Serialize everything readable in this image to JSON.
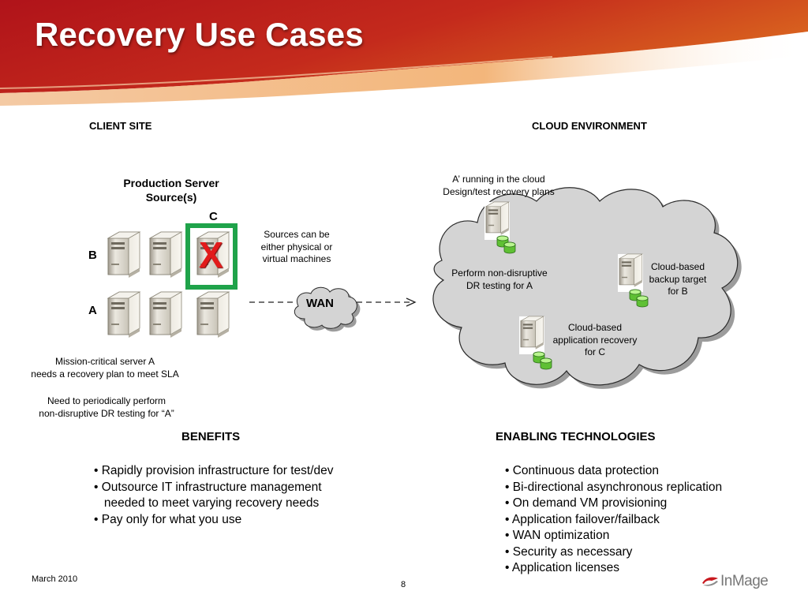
{
  "title": "Recovery Use Cases",
  "client_site": {
    "heading": "CLIENT SITE",
    "production_label": [
      "Production Server",
      "Source(s)"
    ],
    "row_labels": {
      "c": "C",
      "b": "B",
      "a": "A"
    },
    "failure_mark": "X",
    "sources_note": [
      "Sources can be",
      "either physical or",
      "virtual machines"
    ],
    "mission_note": [
      "Mission-critical server A",
      "needs a recovery plan to meet SLA"
    ],
    "dr_note": [
      "Need to periodically perform",
      "non-disruptive DR testing for “A”"
    ]
  },
  "wan": {
    "label": "WAN"
  },
  "cloud": {
    "heading": "CLOUD ENVIRONMENT",
    "a_prime_note": [
      "A’ running in the cloud",
      "Design/test recovery plans"
    ],
    "dr_testing_note": [
      "Perform non-disruptive",
      "DR testing for A"
    ],
    "backup_note": [
      "Cloud-based",
      "backup target",
      "for B"
    ],
    "app_recovery_note": [
      "Cloud-based",
      "application recovery",
      "for C"
    ]
  },
  "benefits": {
    "heading": "BENEFITS",
    "items": [
      "• Rapidly provision infrastructure for test/dev",
      "• Outsource IT infrastructure management",
      "   needed to meet varying recovery needs",
      "• Pay only for what you use"
    ]
  },
  "enabling": {
    "heading": "ENABLING TECHNOLOGIES",
    "items": [
      "• Continuous data protection",
      "• Bi-directional asynchronous replication",
      "• On demand VM provisioning",
      "• Application failover/failback",
      "• WAN optimization",
      "• Security as necessary",
      "• Application licenses"
    ]
  },
  "footer": {
    "date": "March 2010",
    "page_number": "8",
    "logo_text": "InMage"
  },
  "colors": {
    "header_red": "#b8161b",
    "header_orange": "#e8892a",
    "cloud_fill": "#d4d4d4",
    "green_frame": "#1fa34a",
    "x_red": "#e21b1b",
    "disk_green": "#6fd13c"
  }
}
